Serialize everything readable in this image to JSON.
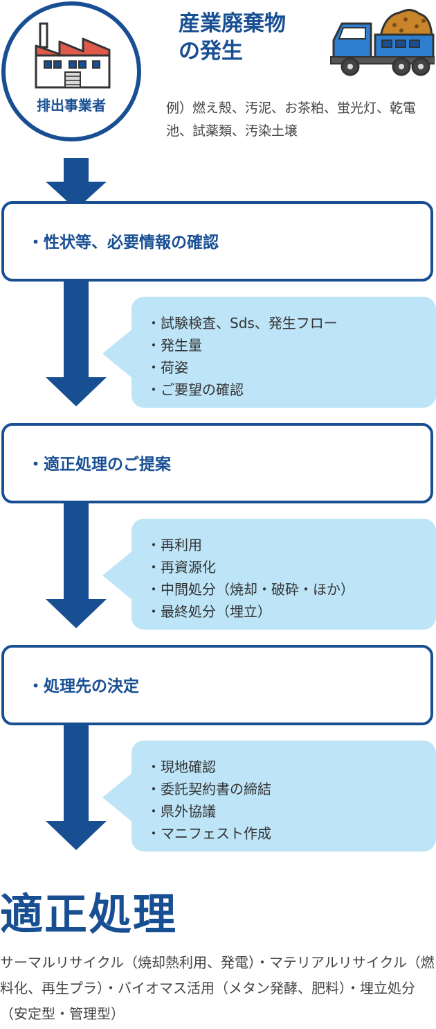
{
  "header": {
    "circle_label": "排出事業者",
    "title": "産業廃棄物\nの発生",
    "example": "例）燃え殻、汚泥、お茶粕、蛍光灯、乾電池、試薬類、汚染土壌"
  },
  "steps": [
    {
      "label": "・性状等、必要情報の確認"
    },
    {
      "label": "・適正処理のご提案"
    },
    {
      "label": "・処理先の決定"
    }
  ],
  "bubbles": [
    {
      "items": [
        "試験検査、Sds、発生フロー",
        "発生量",
        "荷姿",
        "ご要望の確認"
      ]
    },
    {
      "items": [
        "再利用",
        "再資源化",
        "中間処分（焼却・破砕・ほか）",
        "最終処分（埋立）"
      ]
    },
    {
      "items": [
        "現地確認",
        "委託契約書の締結",
        "県外協議",
        "マニフェスト作成"
      ]
    }
  ],
  "final": {
    "title": "適正処理",
    "description": "サーマルリサイクル（焼却熱利用、発電）・マテリアルリサイクル（燃料化、再生プラ）・バイオマス活用（メタン発酵、肥料）・埋立処分（安定型・管理型）"
  },
  "colors": {
    "primary": "#184f93",
    "bubble": "#bde4f7",
    "factory_roof": "#e05a4b",
    "truck_body": "#2f7fd1",
    "cargo": "#c9852a"
  }
}
